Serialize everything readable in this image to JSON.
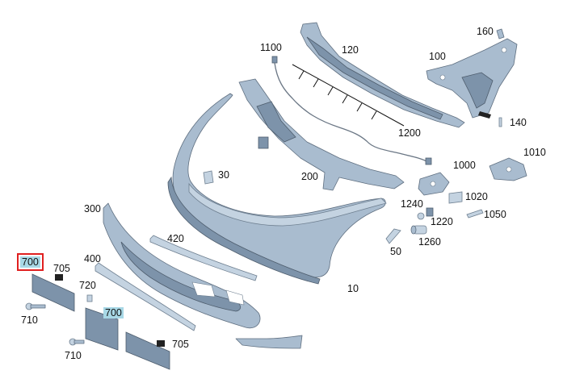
{
  "diagram": {
    "labels": [
      {
        "id": "l-1100",
        "text": "1100"
      },
      {
        "id": "l-120",
        "text": "120"
      },
      {
        "id": "l-160",
        "text": "160"
      },
      {
        "id": "l-100",
        "text": "100"
      },
      {
        "id": "l-140",
        "text": "140"
      },
      {
        "id": "l-1200",
        "text": "1200"
      },
      {
        "id": "l-1010",
        "text": "1010"
      },
      {
        "id": "l-1000",
        "text": "1000"
      },
      {
        "id": "l-30",
        "text": "30"
      },
      {
        "id": "l-200",
        "text": "200"
      },
      {
        "id": "l-1020",
        "text": "1020"
      },
      {
        "id": "l-1240",
        "text": "1240"
      },
      {
        "id": "l-1220",
        "text": "1220"
      },
      {
        "id": "l-1050",
        "text": "1050"
      },
      {
        "id": "l-300",
        "text": "300"
      },
      {
        "id": "l-420",
        "text": "420"
      },
      {
        "id": "l-1260",
        "text": "1260"
      },
      {
        "id": "l-50",
        "text": "50"
      },
      {
        "id": "l-400",
        "text": "400"
      },
      {
        "id": "l-700a",
        "text": "700"
      },
      {
        "id": "l-705a",
        "text": "705"
      },
      {
        "id": "l-720",
        "text": "720"
      },
      {
        "id": "l-10",
        "text": "10"
      },
      {
        "id": "l-700b",
        "text": "700"
      },
      {
        "id": "l-710a",
        "text": "710"
      },
      {
        "id": "l-705b",
        "text": "705"
      },
      {
        "id": "l-710b",
        "text": "710"
      }
    ],
    "selected_label": "700",
    "highlight_color": "#a8d8e6",
    "selection_color": "#e02020"
  }
}
